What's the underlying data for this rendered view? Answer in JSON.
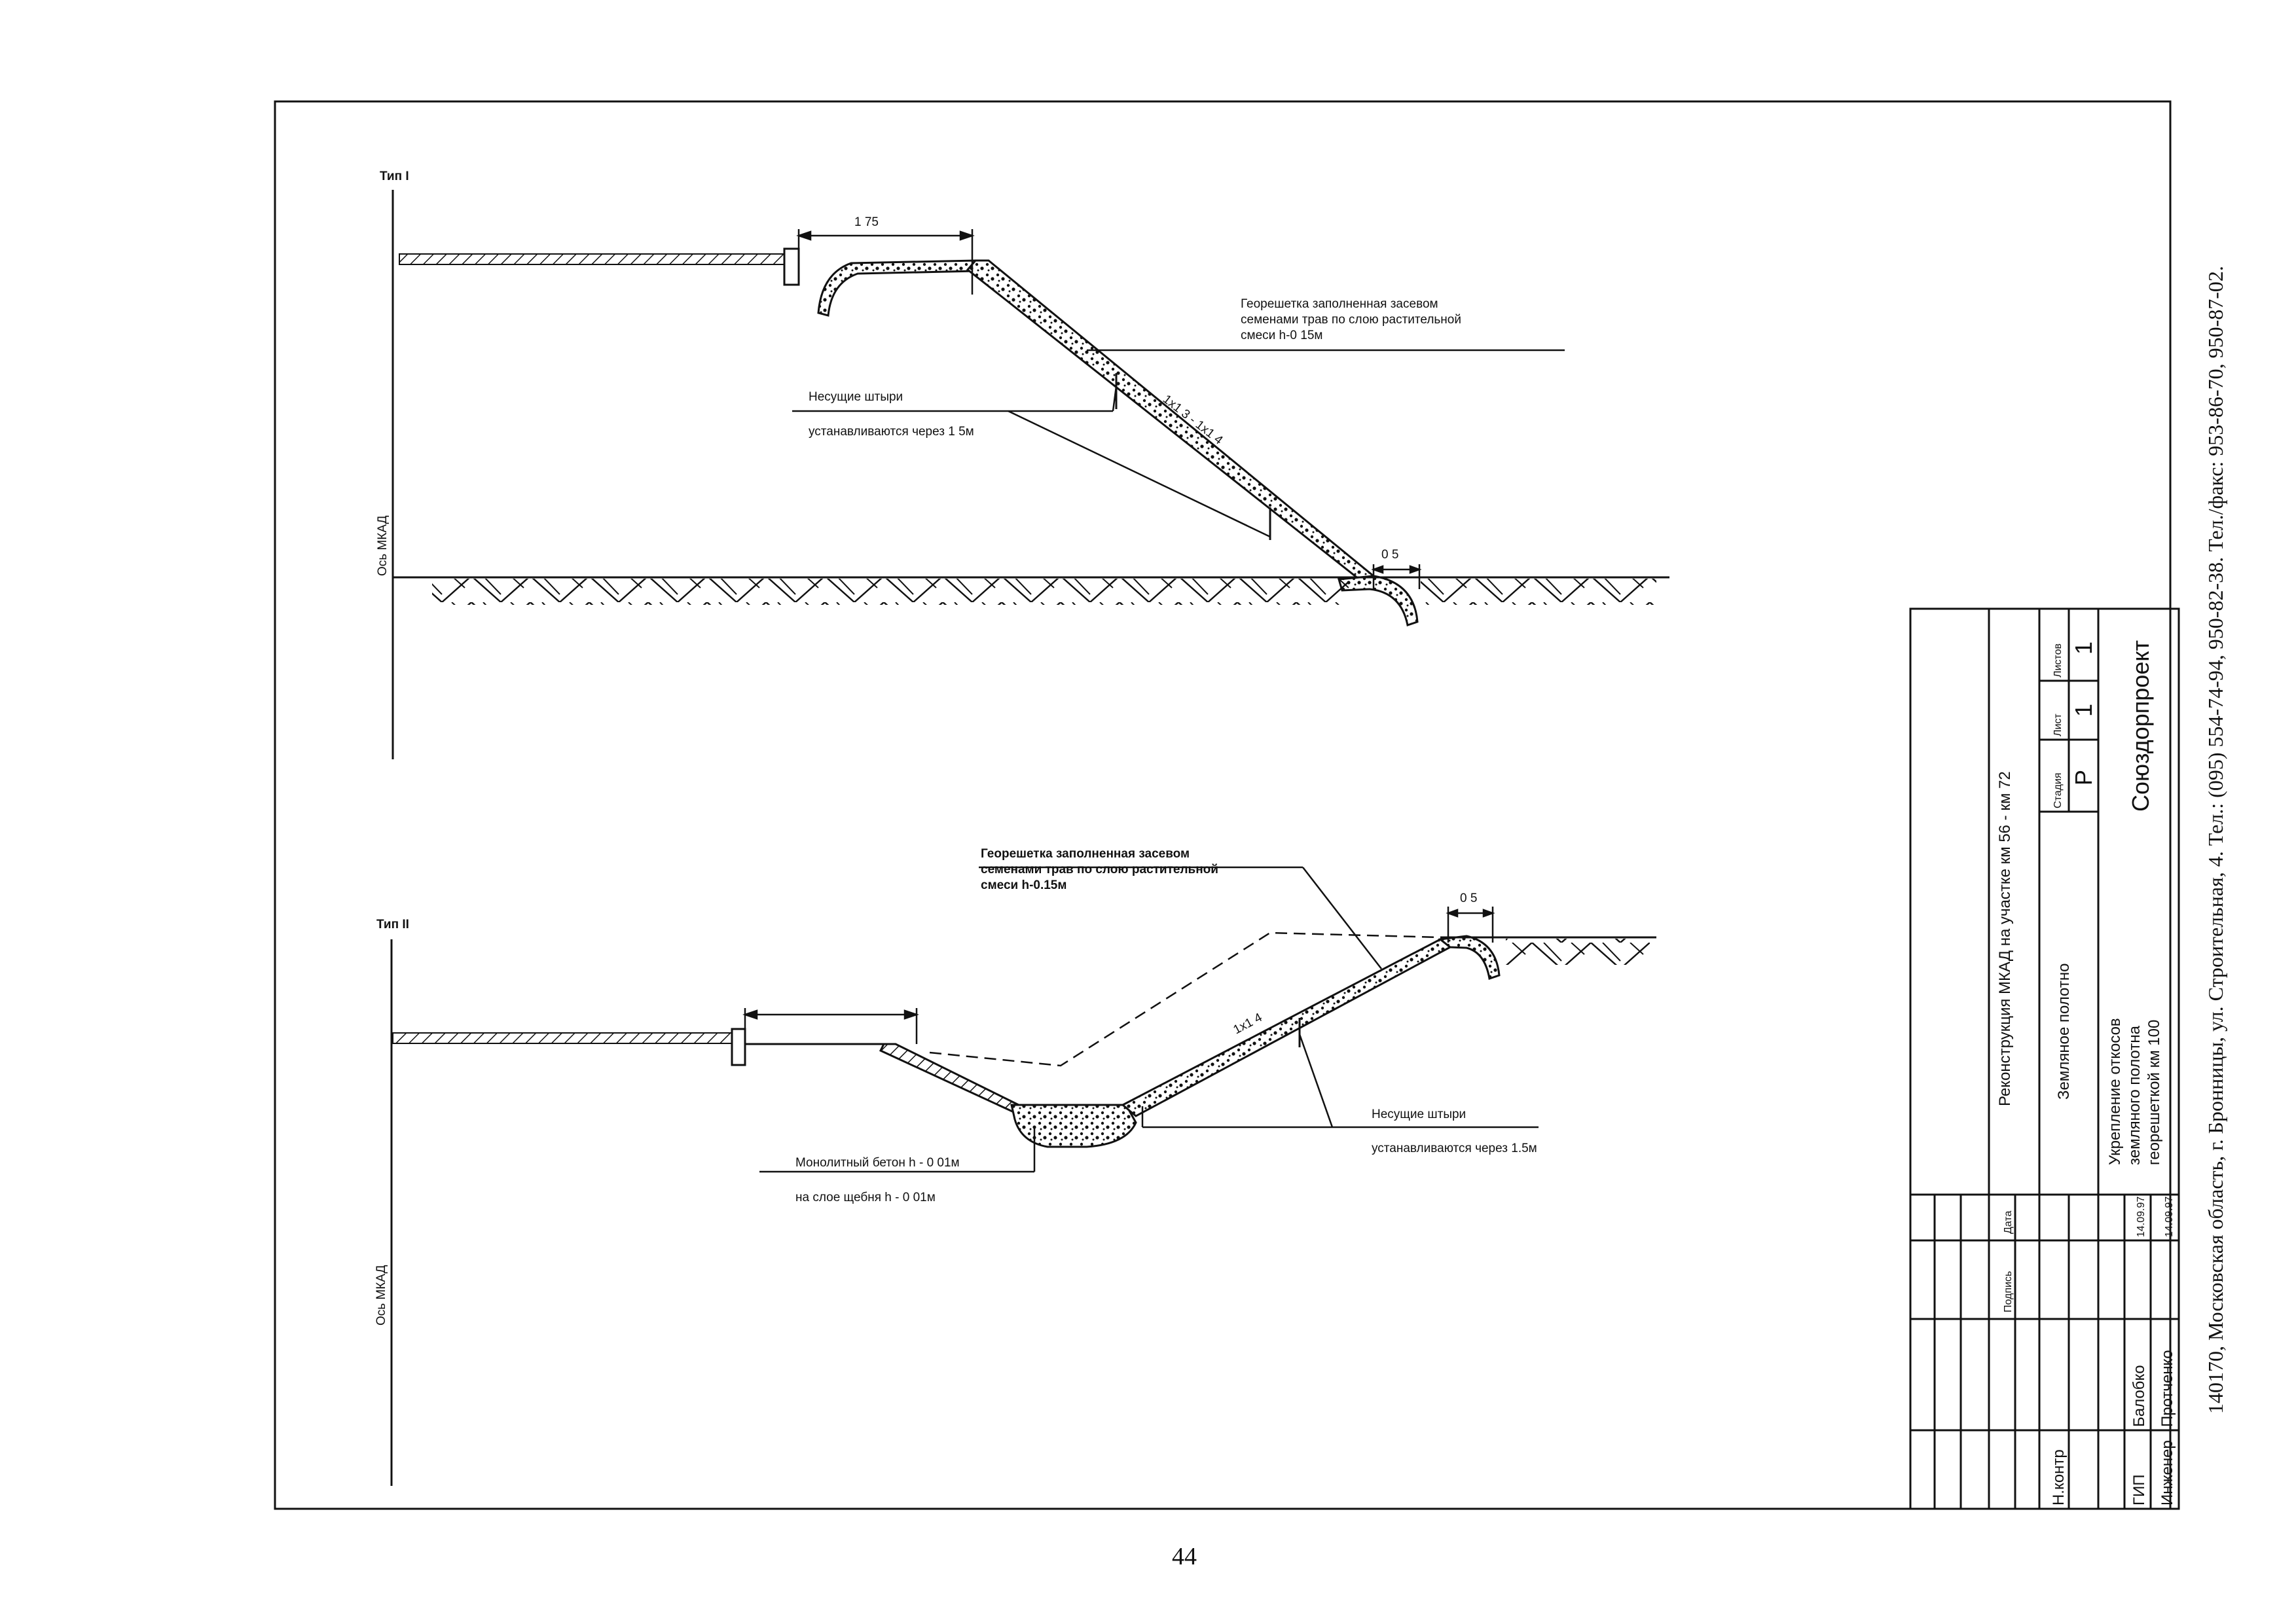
{
  "type1": {
    "title": "Тип I",
    "axis": "Ось МКАД",
    "dim_top": "1 75",
    "dim_bottom": "0 5",
    "slope": "1x1 3 - 1x1 4",
    "geogrid": [
      "Георешетка заполненная засевом",
      "семенами трав по слою растительной",
      "смеси h-0 15м"
    ],
    "pins": [
      "Несущие штыри",
      "устанавливаются через 1 5м"
    ]
  },
  "type2": {
    "title": "Тип II",
    "axis": "Ось МКАД",
    "dim_top": "0 5",
    "slope": "1x1 4",
    "geogrid": [
      "Георешетка заполненная засевом",
      "семенами трав по слою растительной",
      "смеси h-0.15м"
    ],
    "pins": [
      "Несущие штыри",
      "устанавливаются через 1.5м"
    ],
    "concrete": [
      "Монолитный бетон h - 0 01м",
      "на слое щебня h - 0 01м"
    ]
  },
  "title_block": {
    "project": "Реконструкция МКАД на участке км 56 - км 72",
    "section": "Земляное полотно",
    "drawing": [
      "Укрепление откосов",
      "земляного полотна",
      "георешеткой км 100"
    ],
    "col_headers": [
      "Стадия",
      "Лист",
      "Листов"
    ],
    "stage": "Р",
    "sheet": "1",
    "sheets": "1",
    "company": "Союздорпроект",
    "sig_headers": {
      "sign": "Подпись",
      "date": "Дата"
    },
    "roles": [
      {
        "role": "Н.контр",
        "name": "",
        "date": ""
      },
      {
        "role": "ГИП",
        "name": "Балобко",
        "date": "14.09.97"
      },
      {
        "role": "Инженер",
        "name": "Протченко",
        "date": "14.09.97"
      }
    ]
  },
  "address": "140170, Московская область, г. Бронницы, ул. Строительная, 4. Тел.: (095) 554-74-94, 950-82-38. Тел./факс: 953-86-70, 950-87-02.",
  "page_number": "44"
}
